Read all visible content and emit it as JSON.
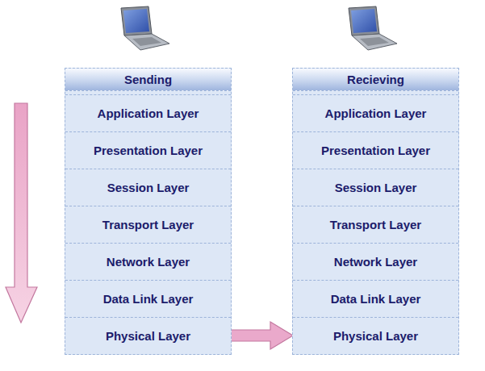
{
  "diagram": {
    "nodes": [
      {
        "text": [
          "Sending"
        ]
      },
      {
        "text": [
          "Application Layer"
        ],
        "in": 0
      },
      {
        "text": [
          "Presentation Layer"
        ],
        "in": 0
      },
      {
        "text": [
          "Session Layer"
        ],
        "in": 0
      },
      {
        "text": [
          "Transport Layer"
        ],
        "in": 0
      },
      {
        "text": [
          "Network Layer"
        ],
        "in": 0
      },
      {
        "text": [
          "Data Link Layer"
        ],
        "in": 0
      },
      {
        "text": [
          "Physical Layer"
        ],
        "in": 0
      },
      {
        "text": [
          "Recieving"
        ]
      },
      {
        "text": [
          "Application Layer"
        ],
        "in": 8
      },
      {
        "text": [
          "Presentation Layer"
        ],
        "in": 8
      },
      {
        "text": [
          "Session Layer"
        ],
        "in": 8
      },
      {
        "text": [
          "Transport Layer"
        ],
        "in": 8
      },
      {
        "text": [
          "Network Layer"
        ],
        "in": 8
      },
      {
        "text": [
          "Data Link Layer"
        ],
        "in": 8
      },
      {
        "text": [
          "Physical Layer"
        ],
        "in": 8
      }
    ],
    "edges": [
      {
        "from": 7,
        "to": 15,
        "arrow": "to"
      }
    ]
  }
}
